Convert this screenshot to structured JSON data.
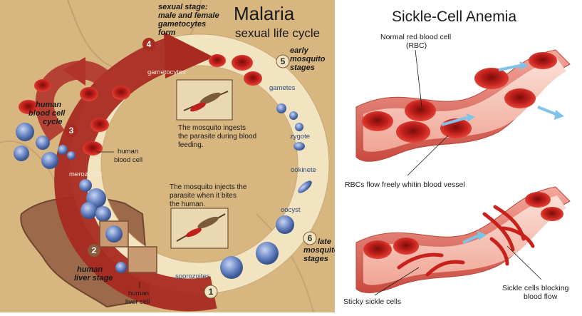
{
  "malaria": {
    "title": "Malaria",
    "subtitle": "sexual life cycle",
    "steps": {
      "s1": "1",
      "s2": "2",
      "s3": "3",
      "s4": "4",
      "s5": "5",
      "s6": "6"
    },
    "stage_texts": {
      "sexual_1": "sexual stage:",
      "sexual_2": "male and female",
      "sexual_3": "gametocytes",
      "sexual_4": "form",
      "early_1": "early",
      "early_2": "mosquito",
      "early_3": "stages",
      "late_1": "late",
      "late_2": "mosquito",
      "late_3": "stages",
      "human_blood_1": "human",
      "human_blood_2": "blood cell",
      "human_blood_3": "cycle",
      "human_liver_1": "human",
      "human_liver_2": "liver stage"
    },
    "labels": {
      "gametocytes": "gametocytes",
      "gametes": "gametes",
      "zygote": "zygote",
      "ookinete": "ookinete",
      "oocyst": "oocyst",
      "sporozoites": "sporozoites",
      "merozoites": "merozoites",
      "human_blood_cell_1": "human",
      "human_blood_cell_2": "blood cell",
      "human_liver_cell_1": "human",
      "human_liver_cell_2": "liver cell"
    },
    "captions": {
      "ingest_1": "The mosquito ingests",
      "ingest_2": "the parasite during blood",
      "ingest_3": "feeding.",
      "inject_1": "The mosquito injects the",
      "inject_2": "parasite when it bites",
      "inject_3": "the human."
    }
  },
  "sickle": {
    "title": "Sickle-Cell Anemia",
    "normal_label_1": "Normal red blood cell",
    "normal_label_2": "(RBC)",
    "flow_label": "RBCs flow freely whitin blood vessel",
    "sticky_label": "Sticky sickle cells",
    "blocking_label_1": "Sickle cells blocking",
    "blocking_label_2": "blood flow"
  },
  "colors": {
    "parchment": "#d9b882",
    "arrow_red": "#a5221c",
    "ring_cream": "#f3e7c6",
    "cell_red": "#c8211c",
    "vessel_wall": "#e87a6b",
    "parasite_blue": "#5b77b8"
  }
}
